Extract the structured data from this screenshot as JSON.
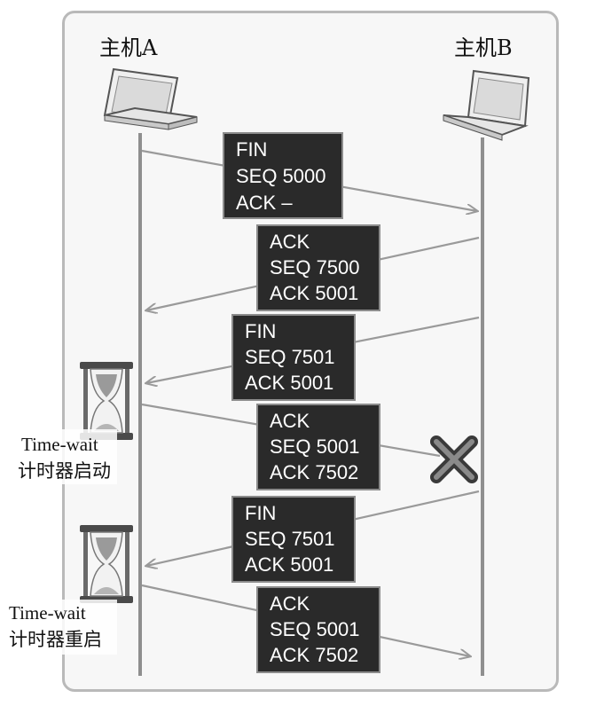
{
  "hosts": {
    "a": {
      "label": "主机A",
      "icon": "laptop-icon"
    },
    "b": {
      "label": "主机B",
      "icon": "laptop-icon"
    }
  },
  "messages": [
    {
      "direction": "A-to-B",
      "lines": [
        "FIN",
        "SEQ 5000",
        "ACK  –"
      ],
      "lost": false
    },
    {
      "direction": "B-to-A",
      "lines": [
        "ACK",
        "SEQ 7500",
        "ACK 5001"
      ],
      "lost": false
    },
    {
      "direction": "B-to-A",
      "lines": [
        "FIN",
        "SEQ 7501",
        "ACK 5001"
      ],
      "lost": false
    },
    {
      "direction": "A-to-B",
      "lines": [
        "ACK",
        "SEQ 5001",
        "ACK 7502"
      ],
      "lost": true
    },
    {
      "direction": "B-to-A",
      "lines": [
        "FIN",
        "SEQ 7501",
        "ACK 5001"
      ],
      "lost": false
    },
    {
      "direction": "A-to-B",
      "lines": [
        "ACK",
        "SEQ 5001",
        "ACK 7502"
      ],
      "lost": false
    }
  ],
  "timers": [
    {
      "line1": "Time-wait",
      "line2": "计时器启动",
      "icon": "hourglass-icon"
    },
    {
      "line1": "Time-wait",
      "line2": "计时器重启",
      "icon": "hourglass-icon"
    }
  ],
  "lost_marker": {
    "icon": "x-mark-icon"
  },
  "colors": {
    "packet_fill": "#2a2a2a",
    "line": "#9a9a9a",
    "frame": "#b9b9b9"
  }
}
